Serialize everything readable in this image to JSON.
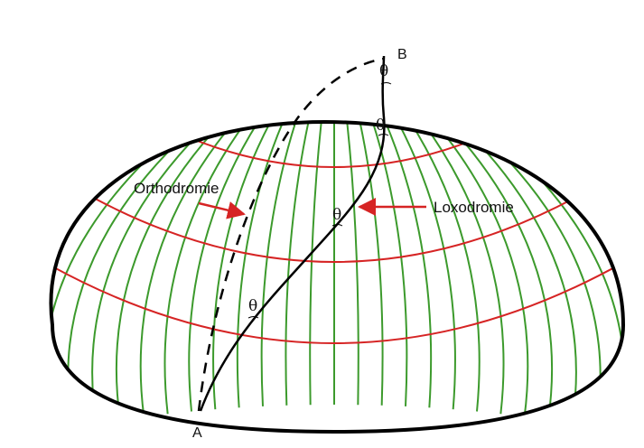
{
  "labels": {
    "point_a": "A",
    "point_b": "B",
    "orthodromie": "Orthodromie",
    "loxodromie": "Loxodromie",
    "theta": "θ"
  },
  "colors": {
    "meridian": "#3c9a2c",
    "parallel": "#d62424",
    "outline": "#000000",
    "arrow": "#d62424"
  }
}
